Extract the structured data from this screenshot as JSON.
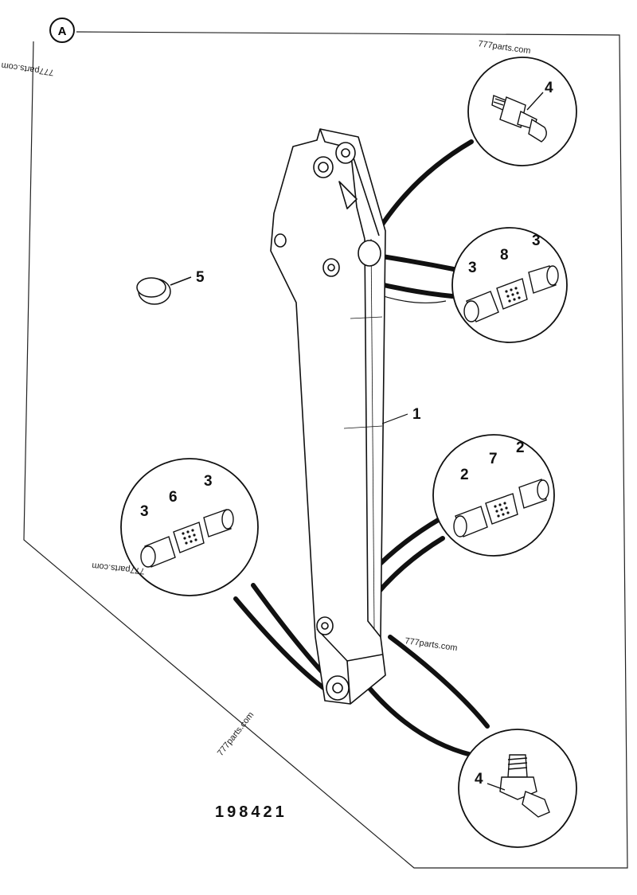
{
  "section_badge": "A",
  "figure_number": "198421",
  "watermark": "777parts.com",
  "callouts": {
    "arm": "1",
    "lower_bush_right_left": "2",
    "lower_bush_right_right": "2",
    "upper_bush_left": "3",
    "upper_bush_right": "3",
    "lower_bush_left_left": "3",
    "lower_bush_left_right": "3",
    "grease_nipple_top": "4",
    "grease_nipple_bottom": "4",
    "cap": "5",
    "bearing_left": "6",
    "bearing_right": "7",
    "bearing_top": "8"
  }
}
